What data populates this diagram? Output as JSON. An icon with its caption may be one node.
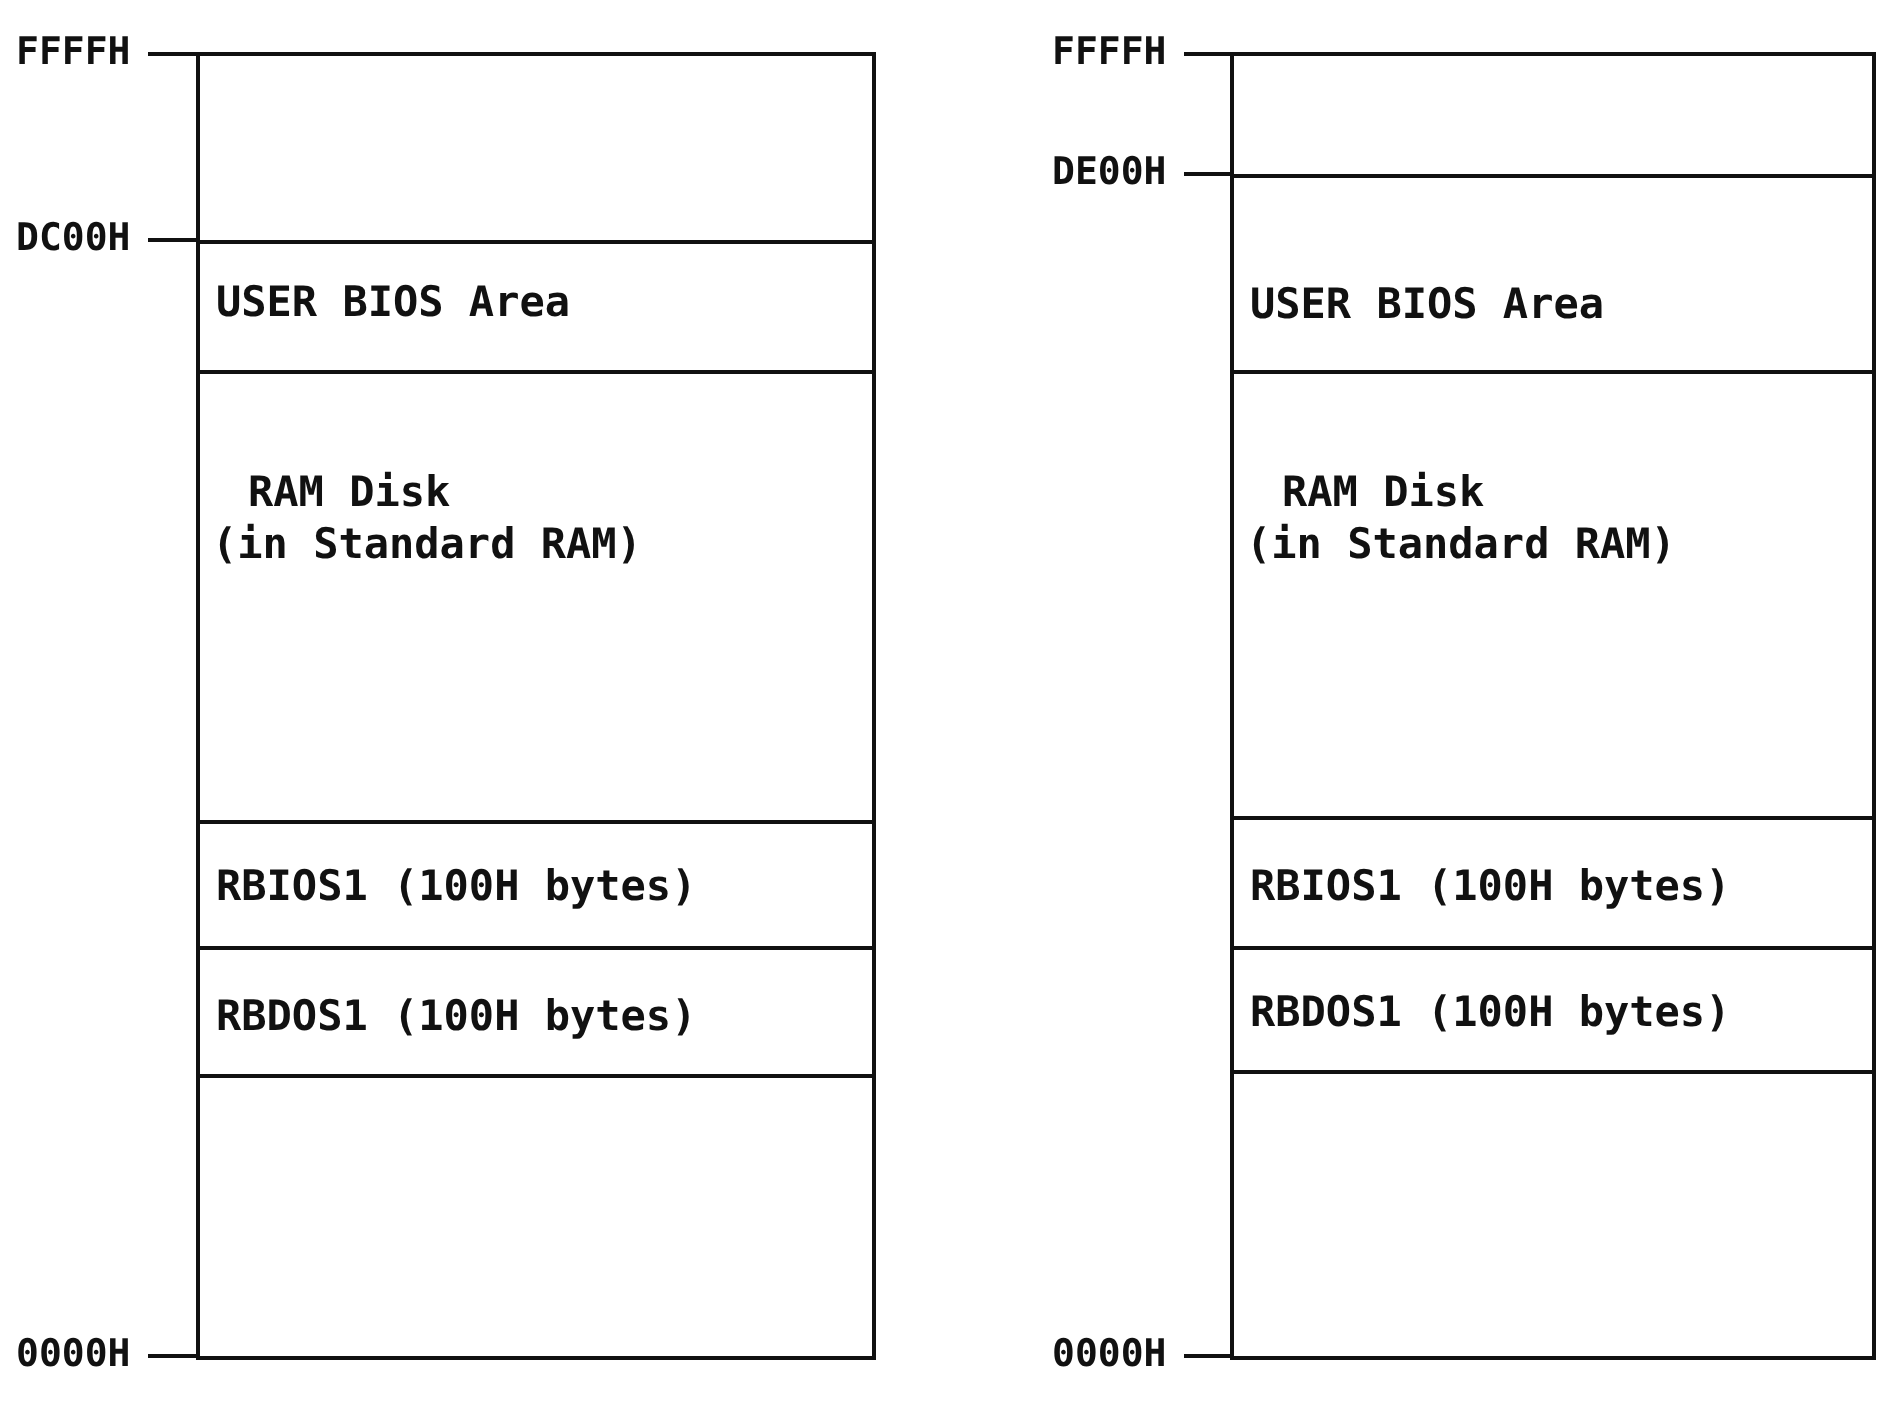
{
  "diagram": {
    "nodes": [
      {
        "text": [],
        "shape": "box",
        "beside": [
          "FFFFH"
        ]
      },
      {
        "text": [
          "USER BIOS Area"
        ],
        "beside": [
          "DC00H"
        ]
      },
      {
        "text": [
          "RAM Disk (in Standard RAM)"
        ]
      },
      {
        "text": [
          "RBIOS1 (100H bytes)"
        ]
      },
      {
        "text": [
          "RBDOS1 (100H bytes)"
        ]
      },
      {
        "text": [],
        "shape": "box",
        "beside": [
          "0000H"
        ]
      },
      {
        "text": [],
        "shape": "box",
        "beside": [
          "FFFFH",
          "DE00H"
        ]
      },
      {
        "text": [
          "USER BIOS Area"
        ]
      },
      {
        "text": [
          "RAM Disk (in Standard RAM)"
        ]
      },
      {
        "text": [
          "RBIOS1 (100H bytes)"
        ]
      },
      {
        "text": [
          "RBDOS1 (100H bytes)"
        ]
      },
      {
        "text": [],
        "shape": "box",
        "beside": [
          "0000H"
        ]
      }
    ]
  }
}
